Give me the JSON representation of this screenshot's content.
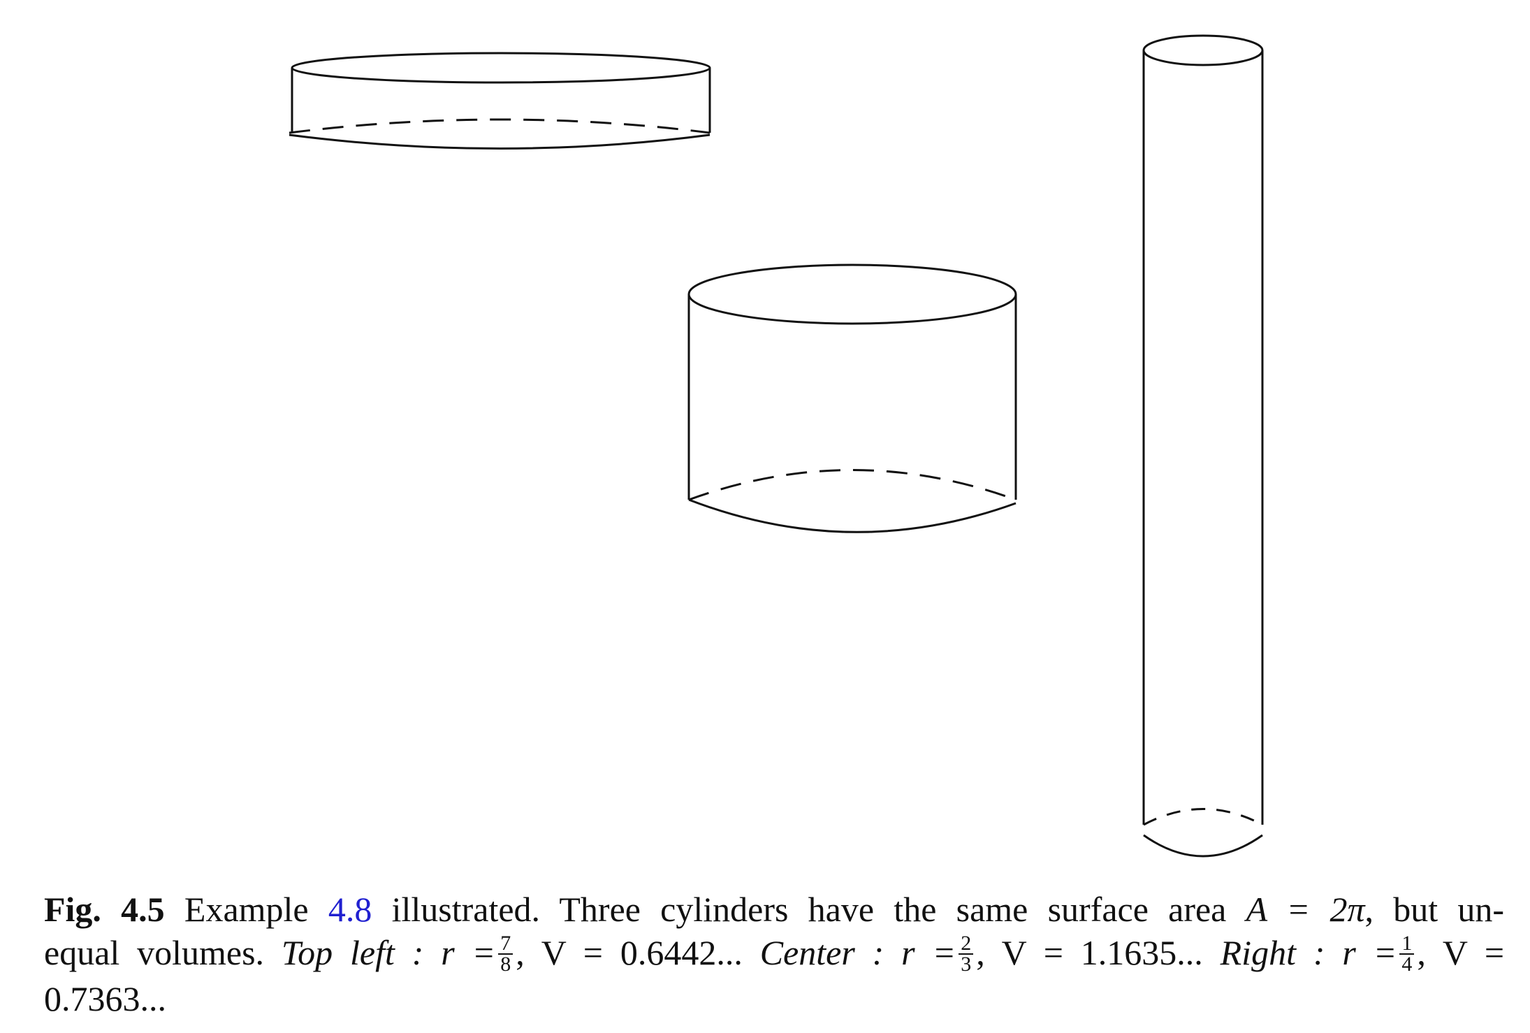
{
  "figure": {
    "cylinders": [
      {
        "id": "top-left",
        "r": "7/8",
        "V": "0.6442..."
      },
      {
        "id": "center",
        "r": "2/3",
        "V": "1.1635..."
      },
      {
        "id": "right",
        "r": "1/4",
        "V": "0.7363..."
      }
    ]
  },
  "caption": {
    "fig_label": "Fig. 4.5",
    "word_example": "Example",
    "example_ref": "4.8",
    "text_1": "illustrated. Three cylinders have the same surface area",
    "area_eq": "A = 2π",
    "text_2": ", but un-",
    "text_3": "equal volumes.",
    "top_left_label": "Top left",
    "r_eq": ": r =",
    "frac_top_left": {
      "num": "7",
      "den": "8"
    },
    "vol_top_left": ", V = 0.6442...",
    "center_label": "Center",
    "frac_center": {
      "num": "2",
      "den": "3"
    },
    "vol_center": ", V = 1.1635...",
    "right_label": "Right",
    "frac_right": {
      "num": "1",
      "den": "4"
    },
    "vol_right_start": ", V =",
    "vol_right_value": "0.7363..."
  }
}
